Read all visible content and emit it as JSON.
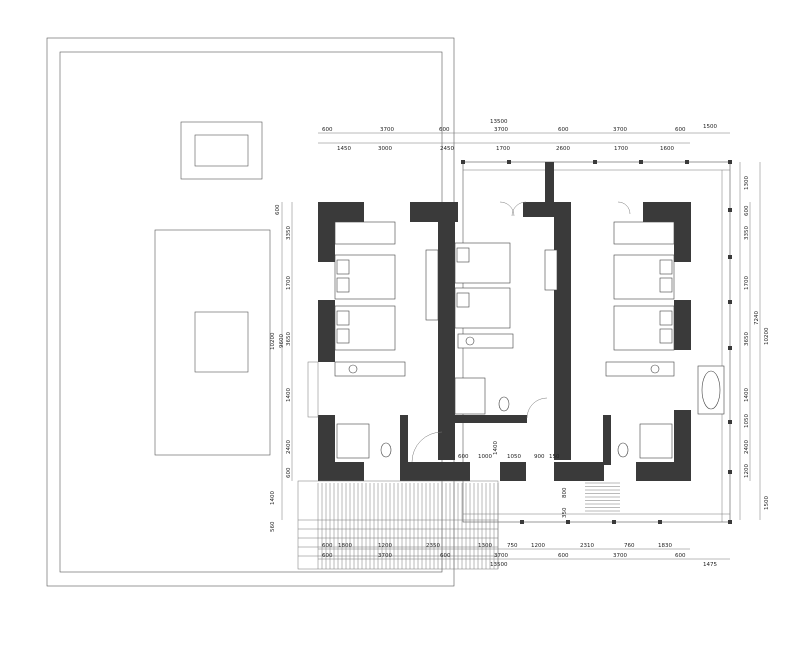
{
  "dims": {
    "top_row1": [
      "600",
      "3700",
      "600",
      "3700",
      "600",
      "3700",
      "600"
    ],
    "top_row2": [
      "1450",
      "3000",
      "2450",
      "1700",
      "2600",
      "1700",
      "1600"
    ],
    "top_total": "13500",
    "top_right": "1500",
    "bottom_row1": [
      "600",
      "1800",
      "1200",
      "2350",
      "1300",
      "750",
      "1200",
      "2310",
      "760",
      "1830"
    ],
    "bottom_row2": [
      "600",
      "3700",
      "600",
      "3700",
      "600",
      "3700",
      "600"
    ],
    "bottom_total": "13500",
    "bottom_right": "1475",
    "left_outer": [
      "600",
      "3350",
      "1700",
      "3650",
      "1400",
      "2400",
      "600",
      "1400",
      "560"
    ],
    "left_total": "10200",
    "left_sub": "9600",
    "right_outer": [
      "1300",
      "600",
      "3350",
      "1700",
      "3650",
      "1400",
      "1050",
      "2400",
      "1200"
    ],
    "right_total": "10200",
    "right_sub": "7240",
    "right_bottom": "1500",
    "inner_bottom": [
      "600",
      "1000",
      "1050",
      "900",
      "150"
    ],
    "inner_v": "1400",
    "stair_a": "350",
    "stair_b": "800"
  }
}
